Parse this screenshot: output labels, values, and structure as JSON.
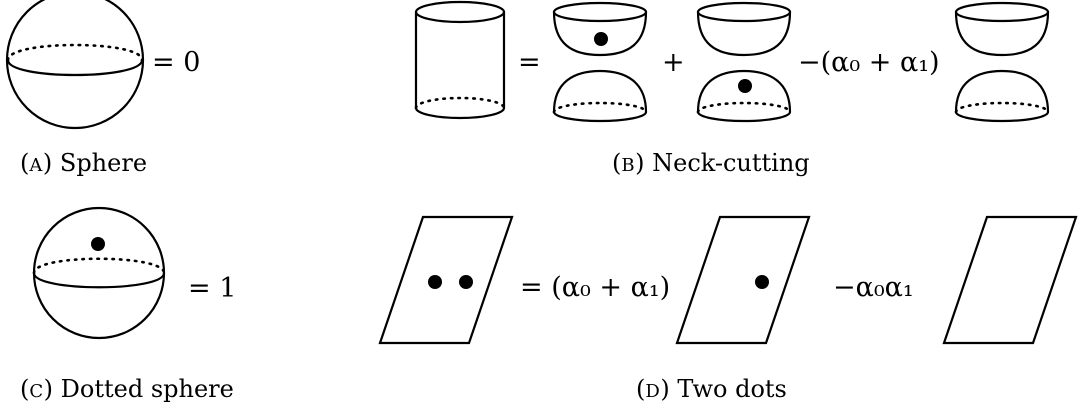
{
  "panels": {
    "a": {
      "relation": "= 0",
      "caption_label": "A",
      "caption_text": "Sphere"
    },
    "b": {
      "equals": "=",
      "plus": "+",
      "coefficient": "−(α₀ + α₁)",
      "caption_label": "B",
      "caption_text": "Neck-cutting"
    },
    "c": {
      "relation": "= 1",
      "caption_label": "C",
      "caption_text": "Dotted sphere"
    },
    "d": {
      "equals_coefficient": "= (α₀ + α₁)",
      "coefficient": "−α₀α₁",
      "caption_label": "D",
      "caption_text": "Two dots"
    }
  }
}
